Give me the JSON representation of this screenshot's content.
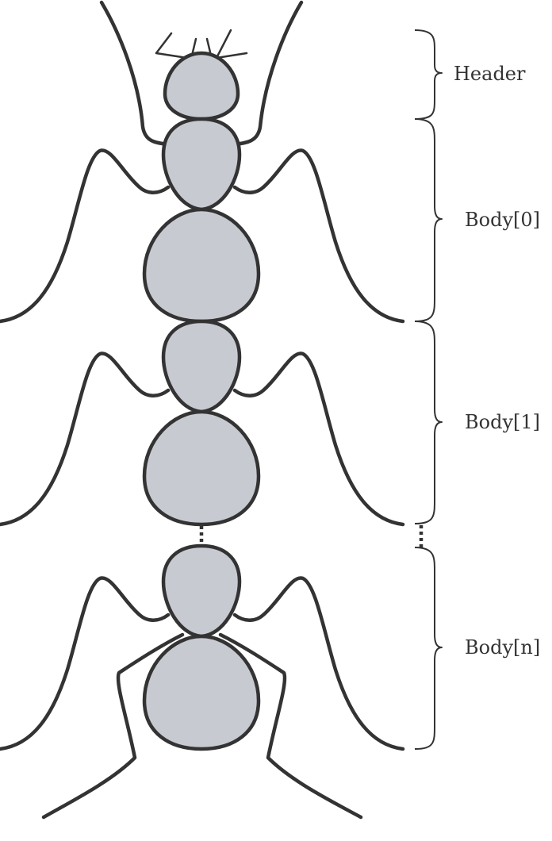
{
  "labels": {
    "header": "Header",
    "body0": "Body[0]",
    "body1": "Body[1]",
    "bodyn": "Body[n]"
  },
  "colors": {
    "stroke": "#333333",
    "fill": "#c8cad2",
    "text": "#333333"
  }
}
